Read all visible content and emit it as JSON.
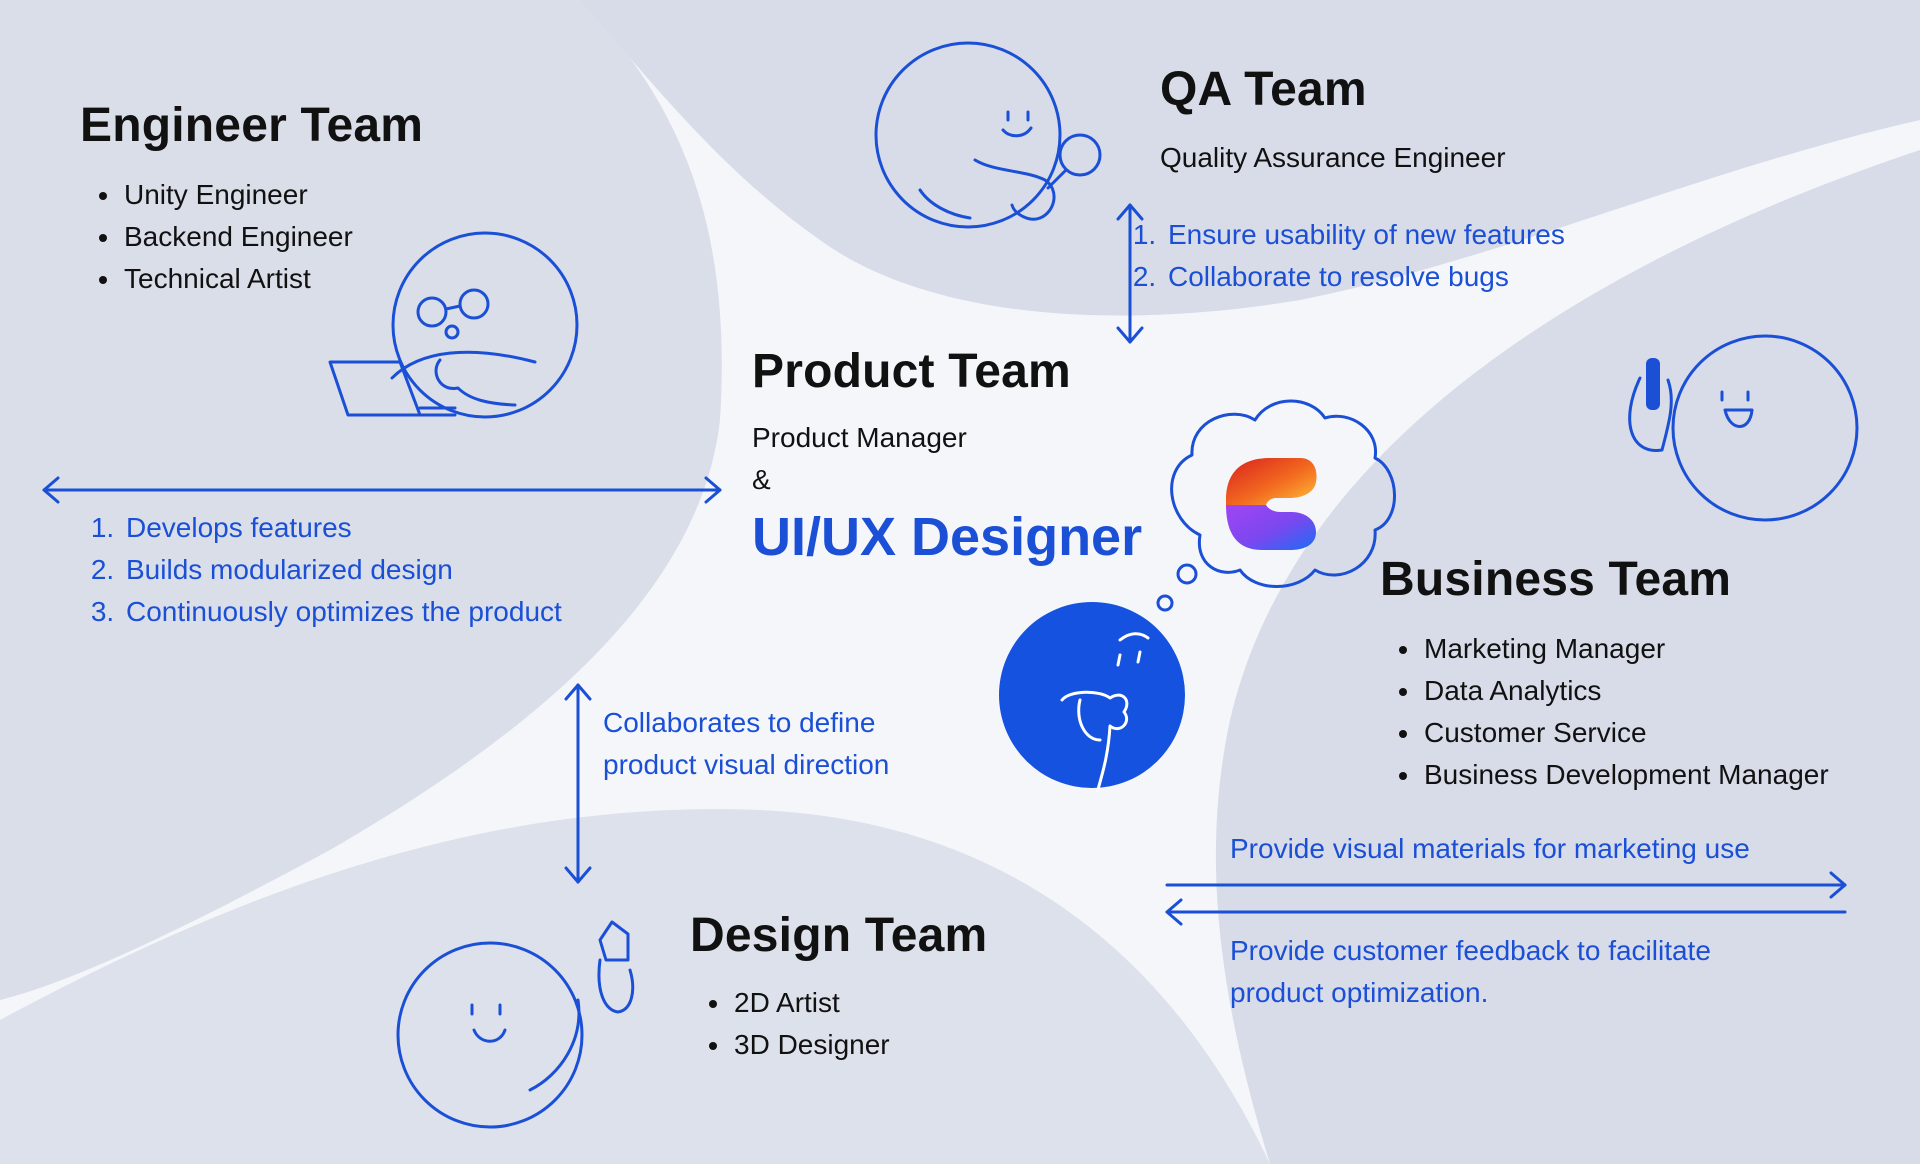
{
  "colors": {
    "accent": "#1a4fd6",
    "text": "#111111",
    "background": "#f4f6fa",
    "shape": "#d5dbe7"
  },
  "engineer": {
    "title": "Engineer Team",
    "roles": [
      "Unity Engineer",
      "Backend Engineer",
      "Technical Artist"
    ],
    "duties": [
      "Develops features",
      "Builds modularized design",
      "Continuously optimizes the product"
    ]
  },
  "qa": {
    "title": "QA Team",
    "subtitle": "Quality Assurance Engineer",
    "duties": [
      "Ensure usability of new features",
      "Collaborate to resolve bugs"
    ]
  },
  "product": {
    "title": "Product Team",
    "line1": "Product Manager",
    "line2": "&",
    "highlight": "UI/UX Designer"
  },
  "business": {
    "title": "Business Team",
    "roles": [
      "Marketing Manager",
      "Data Analytics",
      "Customer Service",
      "Business Development Manager"
    ],
    "to_business": "Provide visual materials for marketing use",
    "from_business": "Provide customer feedback to facilitate product optimization."
  },
  "design": {
    "title": "Design Team",
    "roles": [
      "2D Artist",
      "3D Designer"
    ],
    "relation": "Collaborates to define product visual direction"
  },
  "icons": [
    "engineer-character-icon",
    "qa-character-icon",
    "business-character-icon",
    "design-character-icon",
    "designer-thinking-icon",
    "thought-bubble-icon",
    "app-logo-icon",
    "double-arrow-icon"
  ]
}
